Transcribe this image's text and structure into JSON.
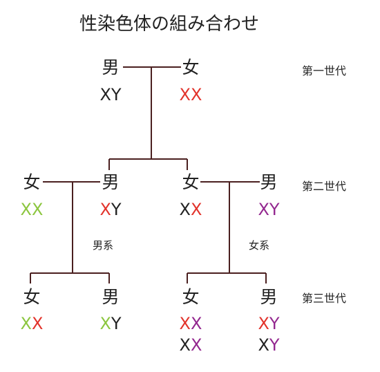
{
  "title": "性染色体の組み合わせ",
  "colors": {
    "black": "#222222",
    "red": "#e2332b",
    "green": "#8cc63f",
    "purple": "#93278f",
    "line": "#4a1f1f"
  },
  "generations": {
    "first": "第一世代",
    "second": "第二世代",
    "third": "第三世代"
  },
  "lineages": {
    "male_line": "男系",
    "female_line": "女系"
  },
  "people": {
    "g1_man": {
      "label": "男",
      "chromosomes": [
        [
          {
            "c": "X",
            "color": "black"
          },
          {
            "c": "Y",
            "color": "black"
          }
        ]
      ]
    },
    "g1_woman": {
      "label": "女",
      "chromosomes": [
        [
          {
            "c": "X",
            "color": "red"
          },
          {
            "c": "X",
            "color": "red"
          }
        ]
      ]
    },
    "g2_left_woman": {
      "label": "女",
      "chromosomes": [
        [
          {
            "c": "X",
            "color": "green"
          },
          {
            "c": "X",
            "color": "green"
          }
        ]
      ]
    },
    "g2_left_man": {
      "label": "男",
      "chromosomes": [
        [
          {
            "c": "X",
            "color": "red"
          },
          {
            "c": "Y",
            "color": "black"
          }
        ]
      ]
    },
    "g2_right_woman": {
      "label": "女",
      "chromosomes": [
        [
          {
            "c": "X",
            "color": "black"
          },
          {
            "c": "X",
            "color": "red"
          }
        ]
      ]
    },
    "g2_right_man": {
      "label": "男",
      "chromosomes": [
        [
          {
            "c": "X",
            "color": "purple"
          },
          {
            "c": "Y",
            "color": "purple"
          }
        ]
      ]
    },
    "g3_left_woman": {
      "label": "女",
      "chromosomes": [
        [
          {
            "c": "X",
            "color": "green"
          },
          {
            "c": "X",
            "color": "red"
          }
        ]
      ]
    },
    "g3_left_man": {
      "label": "男",
      "chromosomes": [
        [
          {
            "c": "X",
            "color": "green"
          },
          {
            "c": "Y",
            "color": "black"
          }
        ]
      ]
    },
    "g3_right_woman": {
      "label": "女",
      "chromosomes": [
        [
          {
            "c": "X",
            "color": "red"
          },
          {
            "c": "X",
            "color": "purple"
          }
        ],
        [
          {
            "c": "X",
            "color": "black"
          },
          {
            "c": "X",
            "color": "purple"
          }
        ]
      ]
    },
    "g3_right_man": {
      "label": "男",
      "chromosomes": [
        [
          {
            "c": "X",
            "color": "red"
          },
          {
            "c": "Y",
            "color": "purple"
          }
        ],
        [
          {
            "c": "X",
            "color": "black"
          },
          {
            "c": "Y",
            "color": "purple"
          }
        ]
      ]
    }
  }
}
